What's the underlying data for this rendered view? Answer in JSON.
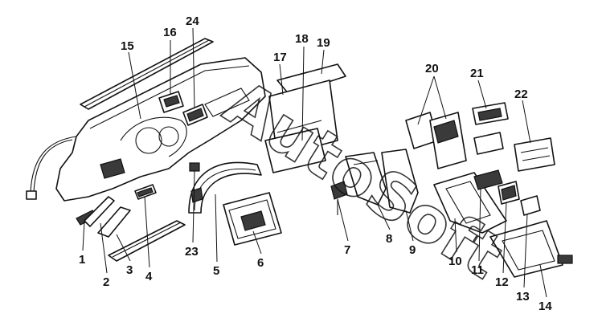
{
  "callouts": {
    "n1": "1",
    "n2": "2",
    "n3": "3",
    "n4": "4",
    "n5": "5",
    "n6": "6",
    "n7": "7",
    "n8": "8",
    "n9": "9",
    "n10": "10",
    "n11": "11",
    "n12": "12",
    "n13": "13",
    "n14": "14",
    "n15": "15",
    "n16": "16",
    "n17": "17",
    "n18": "18",
    "n19": "19",
    "n20": "20",
    "n21": "21",
    "n22": "22",
    "n23": "23",
    "n24": "24"
  },
  "watermark": "AutoSoft"
}
